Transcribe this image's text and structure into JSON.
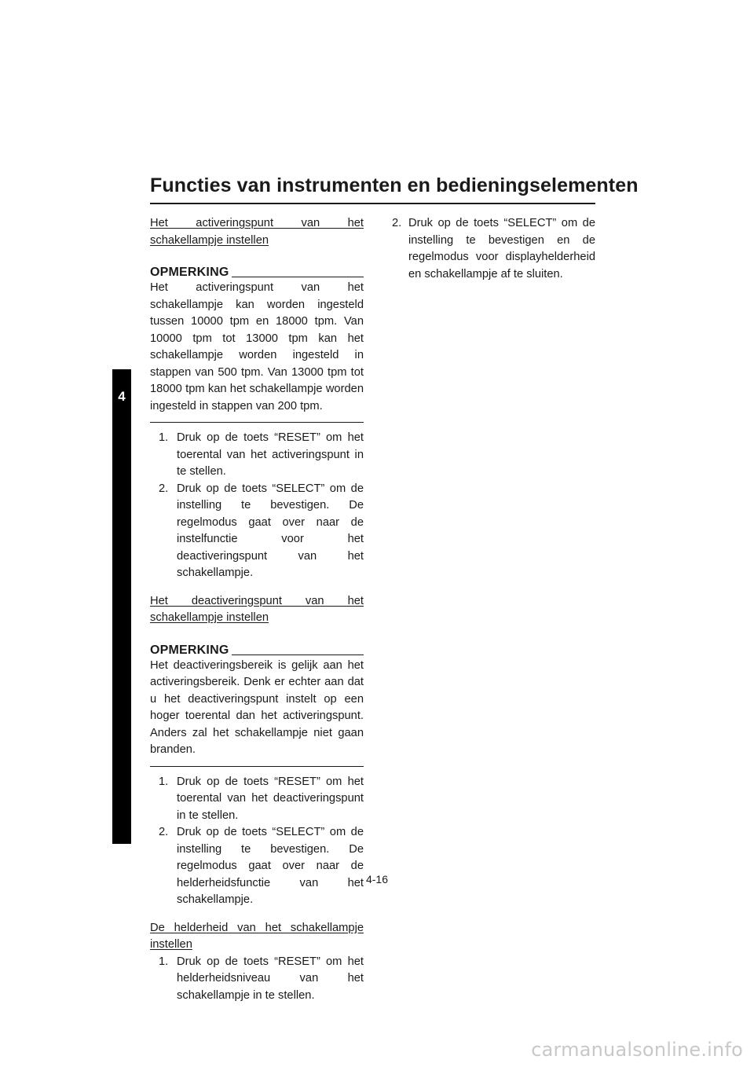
{
  "header": {
    "title": "Functies van instrumenten en bedieningselementen"
  },
  "chapter": {
    "number": "4"
  },
  "left_column": {
    "section1": {
      "heading": "Het activeringspunt van het schakellampje instellen",
      "note_label": "OPMERKING",
      "note_text": "Het activeringspunt van het schakellampje kan worden ingesteld tussen 10000 tpm en 18000 tpm. Van 10000 tpm tot 13000 tpm kan het schakellampje worden ingesteld in stappen van 500 tpm. Van 13000 tpm tot 18000 tpm kan het schakellampje worden ingesteld in stappen van 200 tpm.",
      "steps": [
        {
          "num": "1.",
          "text": "Druk op de toets “RESET” om het toerental van het activeringspunt in te stellen."
        },
        {
          "num": "2.",
          "text": "Druk op de toets “SELECT” om de instelling te bevestigen. De regelmodus gaat over naar de instelfunctie voor het deactiveringspunt van het schakellampje."
        }
      ]
    },
    "section2": {
      "heading": "Het deactiveringspunt van het schakellampje instellen",
      "note_label": "OPMERKING",
      "note_text": "Het deactiveringsbereik is gelijk aan het activeringsbereik. Denk er echter aan dat u het deactiveringspunt instelt op een hoger toerental dan het activeringspunt. Anders zal het schakellampje niet gaan branden.",
      "steps": [
        {
          "num": "1.",
          "text": "Druk op de toets “RESET” om het toerental van het deactiveringspunt in te stellen."
        },
        {
          "num": "2.",
          "text": "Druk op de toets “SELECT” om de instelling te bevestigen. De regelmodus gaat over naar de helderheidsfunctie van het schakellampje."
        }
      ]
    },
    "section3": {
      "heading": "De helderheid van het schakellampje instellen",
      "steps": [
        {
          "num": "1.",
          "text": "Druk op de toets “RESET” om het helderheidsniveau van het schakellampje in te stellen."
        }
      ]
    }
  },
  "right_column": {
    "steps": [
      {
        "num": "2.",
        "text": "Druk op de toets “SELECT” om de instelling te bevestigen en de regelmodus voor displayhelderheid en schakellampje af te sluiten."
      }
    ]
  },
  "footer": {
    "page_number": "4-16",
    "watermark": "carmanualsonline.info"
  }
}
